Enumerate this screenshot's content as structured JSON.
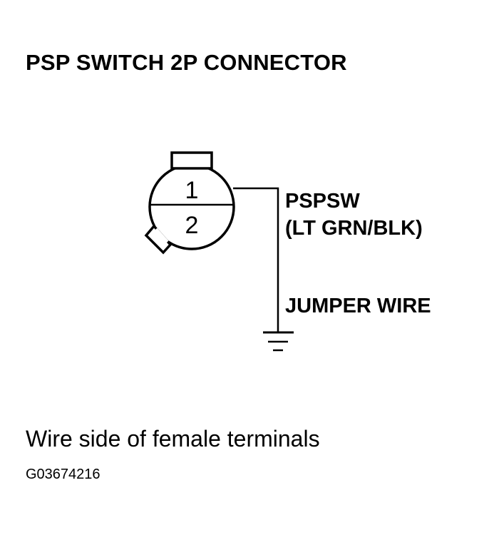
{
  "title": "PSP SWITCH 2P CONNECTOR",
  "connector": {
    "pin_top": "1",
    "pin_bottom": "2"
  },
  "wire": {
    "signal_name": "PSPSW",
    "color_code": "(LT GRN/BLK)",
    "jumper_label": "JUMPER WIRE"
  },
  "caption": "Wire side of female terminals",
  "figure_id": "G03674216"
}
